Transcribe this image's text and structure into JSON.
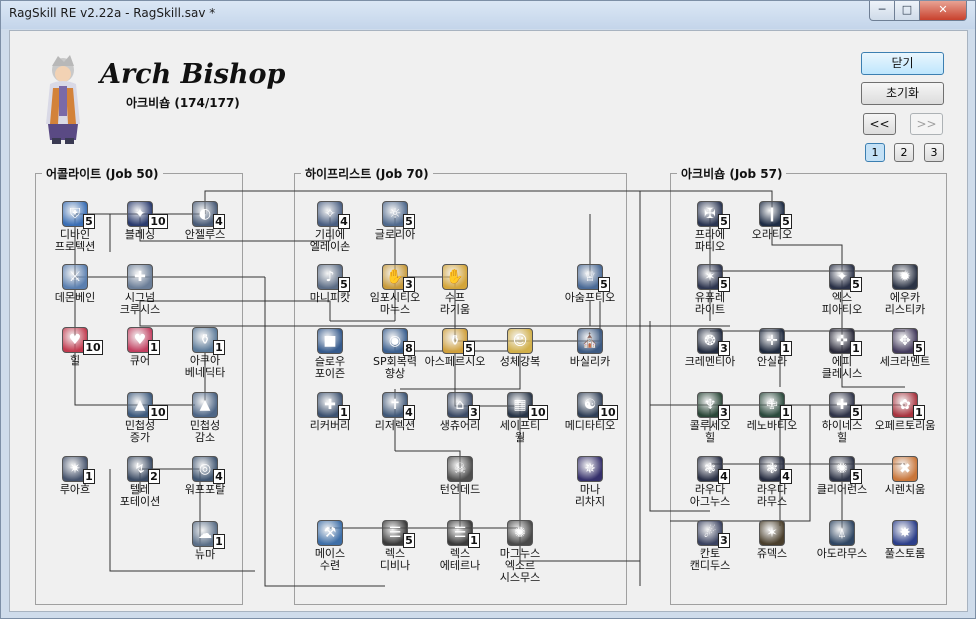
{
  "window": {
    "title": "RagSkill RE v2.22a - RagSkill.sav *",
    "min_label": "─",
    "max_label": "□",
    "close_label": "✕"
  },
  "header": {
    "job_title": "Arch Bishop",
    "job_sub": "아크비숍 (174/177)"
  },
  "buttons": {
    "close": "닫기",
    "reset": "초기화",
    "prev": "<<",
    "next": ">>"
  },
  "pages": [
    "1",
    "2",
    "3"
  ],
  "groups": {
    "acolyte": "어콜라이트 (Job 50)",
    "priest": "하이프리스트 (Job 70)",
    "arch": "아크비숍 (Job 57)"
  },
  "skills": {
    "divine_protection": {
      "name": "디바인\n프로텍션",
      "lv": "5",
      "color": "#3b6fb5",
      "icon": "shield-icon"
    },
    "blessing": {
      "name": "블레싱",
      "lv": "10",
      "color": "#2a3b6e",
      "icon": "blessing-icon"
    },
    "angelus": {
      "name": "안젤루스",
      "lv": "4",
      "color": "#4a5c78",
      "icon": "angelus-icon"
    },
    "demon_bane": {
      "name": "데몬베인",
      "lv": "",
      "color": "#5a7fb0",
      "icon": "sword-icon"
    },
    "signum_crucis": {
      "name": "시그넘\n크루시스",
      "lv": "",
      "color": "#6b7e98",
      "icon": "cross-icon"
    },
    "heal": {
      "name": "힐",
      "lv": "10",
      "color": "#c23b4f",
      "icon": "heart-icon"
    },
    "cure": {
      "name": "큐어",
      "lv": "1",
      "color": "#c24061",
      "icon": "heart-icon"
    },
    "aqua_benedicta": {
      "name": "아쿠아\n베네딕타",
      "lv": "1",
      "color": "#5b7a99",
      "icon": "bottle-icon"
    },
    "increase_agi": {
      "name": "민첩성\n증가",
      "lv": "10",
      "color": "#3d5a7d",
      "icon": "boot-icon"
    },
    "decrease_agi": {
      "name": "민첩성\n감소",
      "lv": "",
      "color": "#4e6686",
      "icon": "boot-icon"
    },
    "ruwach": {
      "name": "루아흐",
      "lv": "1",
      "color": "#45526b",
      "icon": "ruwach-icon"
    },
    "teleport": {
      "name": "텔레\n포테이션",
      "lv": "2",
      "color": "#3a4a63",
      "icon": "teleport-icon"
    },
    "warp_portal": {
      "name": "워프포탈",
      "lv": "4",
      "color": "#3f5571",
      "icon": "portal-icon"
    },
    "pneuma": {
      "name": "뉴마",
      "lv": "1",
      "color": "#5b6f88",
      "icon": "pneuma-icon"
    },
    "gloria": {
      "name": "글로리아",
      "lv": "5",
      "color": "#506a8e",
      "icon": "gloria-icon"
    },
    "gregorian": {
      "name": "기리에\n엘레이손",
      "lv": "4",
      "color": "#4a5f82",
      "icon": "kyrie-icon"
    },
    "magnificat": {
      "name": "마니피캇",
      "lv": "5",
      "color": "#5c6d86",
      "icon": "magnificat-icon"
    },
    "impositio": {
      "name": "임포시티오\n마누스",
      "lv": "3",
      "color": "#c79a3b",
      "icon": "hand-icon"
    },
    "suffragium": {
      "name": "수프\n라기움",
      "lv": "",
      "color": "#d3a53a",
      "icon": "hand-icon"
    },
    "aspersio": {
      "name": "아스페르시오",
      "lv": "5",
      "color": "#d0a03c",
      "icon": "bottle-icon"
    },
    "sanctuary": {
      "name": "생츄어리",
      "lv": "3",
      "color": "#3c4b66",
      "icon": "sanctuary-icon"
    },
    "safety_wall": {
      "name": "세이프티\n월",
      "lv": "10",
      "color": "#283548",
      "icon": "wall-icon"
    },
    "lex_aeterna": {
      "name": "렉스\n에테르나",
      "lv": "1",
      "color": "#3b3b3b",
      "icon": "lex-icon"
    },
    "lex_divina": {
      "name": "렉스\n디비나",
      "lv": "5",
      "color": "#3a3a3a",
      "icon": "lex-icon"
    },
    "mace_mastery": {
      "name": "메이스\n수련",
      "lv": "",
      "color": "#3e6fa8",
      "icon": "mace-icon"
    },
    "magnus": {
      "name": "마그누스\n엑소르\n시스무스",
      "lv": "",
      "color": "#4a4a4a",
      "icon": "magnus-icon"
    },
    "turn_undead": {
      "name": "턴언데드",
      "lv": "",
      "color": "#4e4e4e",
      "icon": "undead-icon"
    },
    "resurrection": {
      "name": "리저렉션",
      "lv": "4",
      "color": "#405878",
      "icon": "resurrection-icon"
    },
    "recovery": {
      "name": "리커버리",
      "lv": "1",
      "color": "#3d5270",
      "icon": "recovery-icon"
    },
    "slow_poison": {
      "name": "슬로우\n포이즌",
      "lv": "",
      "color": "#355a8c",
      "icon": "stop-icon"
    },
    "sp_recovery": {
      "name": "SP회복력\n향상",
      "lv": "8",
      "color": "#3a5f8f",
      "icon": "sp-icon"
    },
    "holy_light": {
      "name": "성체강복",
      "lv": "",
      "color": "#d2b04a",
      "icon": "face-icon"
    },
    "assumptio": {
      "name": "아숨프티오",
      "lv": "5",
      "color": "#4a6a96",
      "icon": "assumptio-icon"
    },
    "basilica": {
      "name": "바실리카",
      "lv": "",
      "color": "#3d5a82",
      "icon": "basilica-icon"
    },
    "meditatio": {
      "name": "메디타티오",
      "lv": "10",
      "color": "#2f3f57",
      "icon": "meditatio-icon"
    },
    "mana_recharge": {
      "name": "마나\n리차지",
      "lv": "",
      "color": "#35306b",
      "icon": "mana-icon"
    },
    "praefatio": {
      "name": "프라에\n파티오",
      "lv": "5",
      "color": "#2a3552",
      "icon": "praefatio-icon"
    },
    "oratio": {
      "name": "오라티오",
      "lv": "5",
      "color": "#1e2c45",
      "icon": "oratio-icon"
    },
    "judex": {
      "name": "유퓨레\n라이트",
      "lv": "5",
      "color": "#2e3650",
      "icon": "judex-icon"
    },
    "expiatio": {
      "name": "엑스\n피아티오",
      "lv": "5",
      "color": "#2a3147",
      "icon": "expiatio-icon"
    },
    "epiclesis_star": {
      "name": "에우카\n리스티카",
      "lv": "",
      "color": "#2b3345",
      "icon": "star-icon"
    },
    "clementia": {
      "name": "크레멘티아",
      "lv": "3",
      "color": "#232c40",
      "icon": "clementia-icon"
    },
    "cantocandidus": {
      "name": "안실라",
      "lv": "1",
      "color": "#1f2a3e",
      "icon": "ancilla-icon"
    },
    "epiclesis": {
      "name": "에피\n클레시스",
      "lv": "1",
      "color": "#2a2a3a",
      "icon": "epiclesis-icon"
    },
    "sacrament": {
      "name": "세크라멘트",
      "lv": "5",
      "color": "#433a5c",
      "icon": "sacrament-icon"
    },
    "coluceo": {
      "name": "콜루세오\n힐",
      "lv": "3",
      "color": "#2a4738",
      "icon": "coluceo-icon"
    },
    "renovatio": {
      "name": "레노바티오",
      "lv": "1",
      "color": "#2b4a3d",
      "icon": "renovatio-icon"
    },
    "highness": {
      "name": "하이네스\n힐",
      "lv": "5",
      "color": "#2f3449",
      "icon": "highness-icon"
    },
    "offertorium": {
      "name": "오페르토리움",
      "lv": "1",
      "color": "#a8343f",
      "icon": "offertorium-icon"
    },
    "laudaagnus": {
      "name": "라우다\n아그누스",
      "lv": "4",
      "color": "#2a3045",
      "icon": "lauda-icon"
    },
    "laudaramus": {
      "name": "라우다\n라무스",
      "lv": "4",
      "color": "#262c40",
      "icon": "lauda-icon"
    },
    "clearance": {
      "name": "클리어런스",
      "lv": "5",
      "color": "#2d3346",
      "icon": "clearance-icon"
    },
    "silentium": {
      "name": "시렌치움",
      "lv": "",
      "color": "#c9763a",
      "icon": "silentium-icon"
    },
    "canto": {
      "name": "칸토\n캔디두스",
      "lv": "3",
      "color": "#3a4260",
      "icon": "canto-icon"
    },
    "duple": {
      "name": "쥬덱스",
      "lv": "",
      "color": "#4a3f2c",
      "icon": "judex-icon"
    },
    "adoramus": {
      "name": "아도라무스",
      "lv": "",
      "color": "#2f4663",
      "icon": "adoramus-icon"
    },
    "fullstorm": {
      "name": "풀스토롬",
      "lv": "",
      "color": "#2c3f8a",
      "icon": "storm-icon"
    }
  }
}
